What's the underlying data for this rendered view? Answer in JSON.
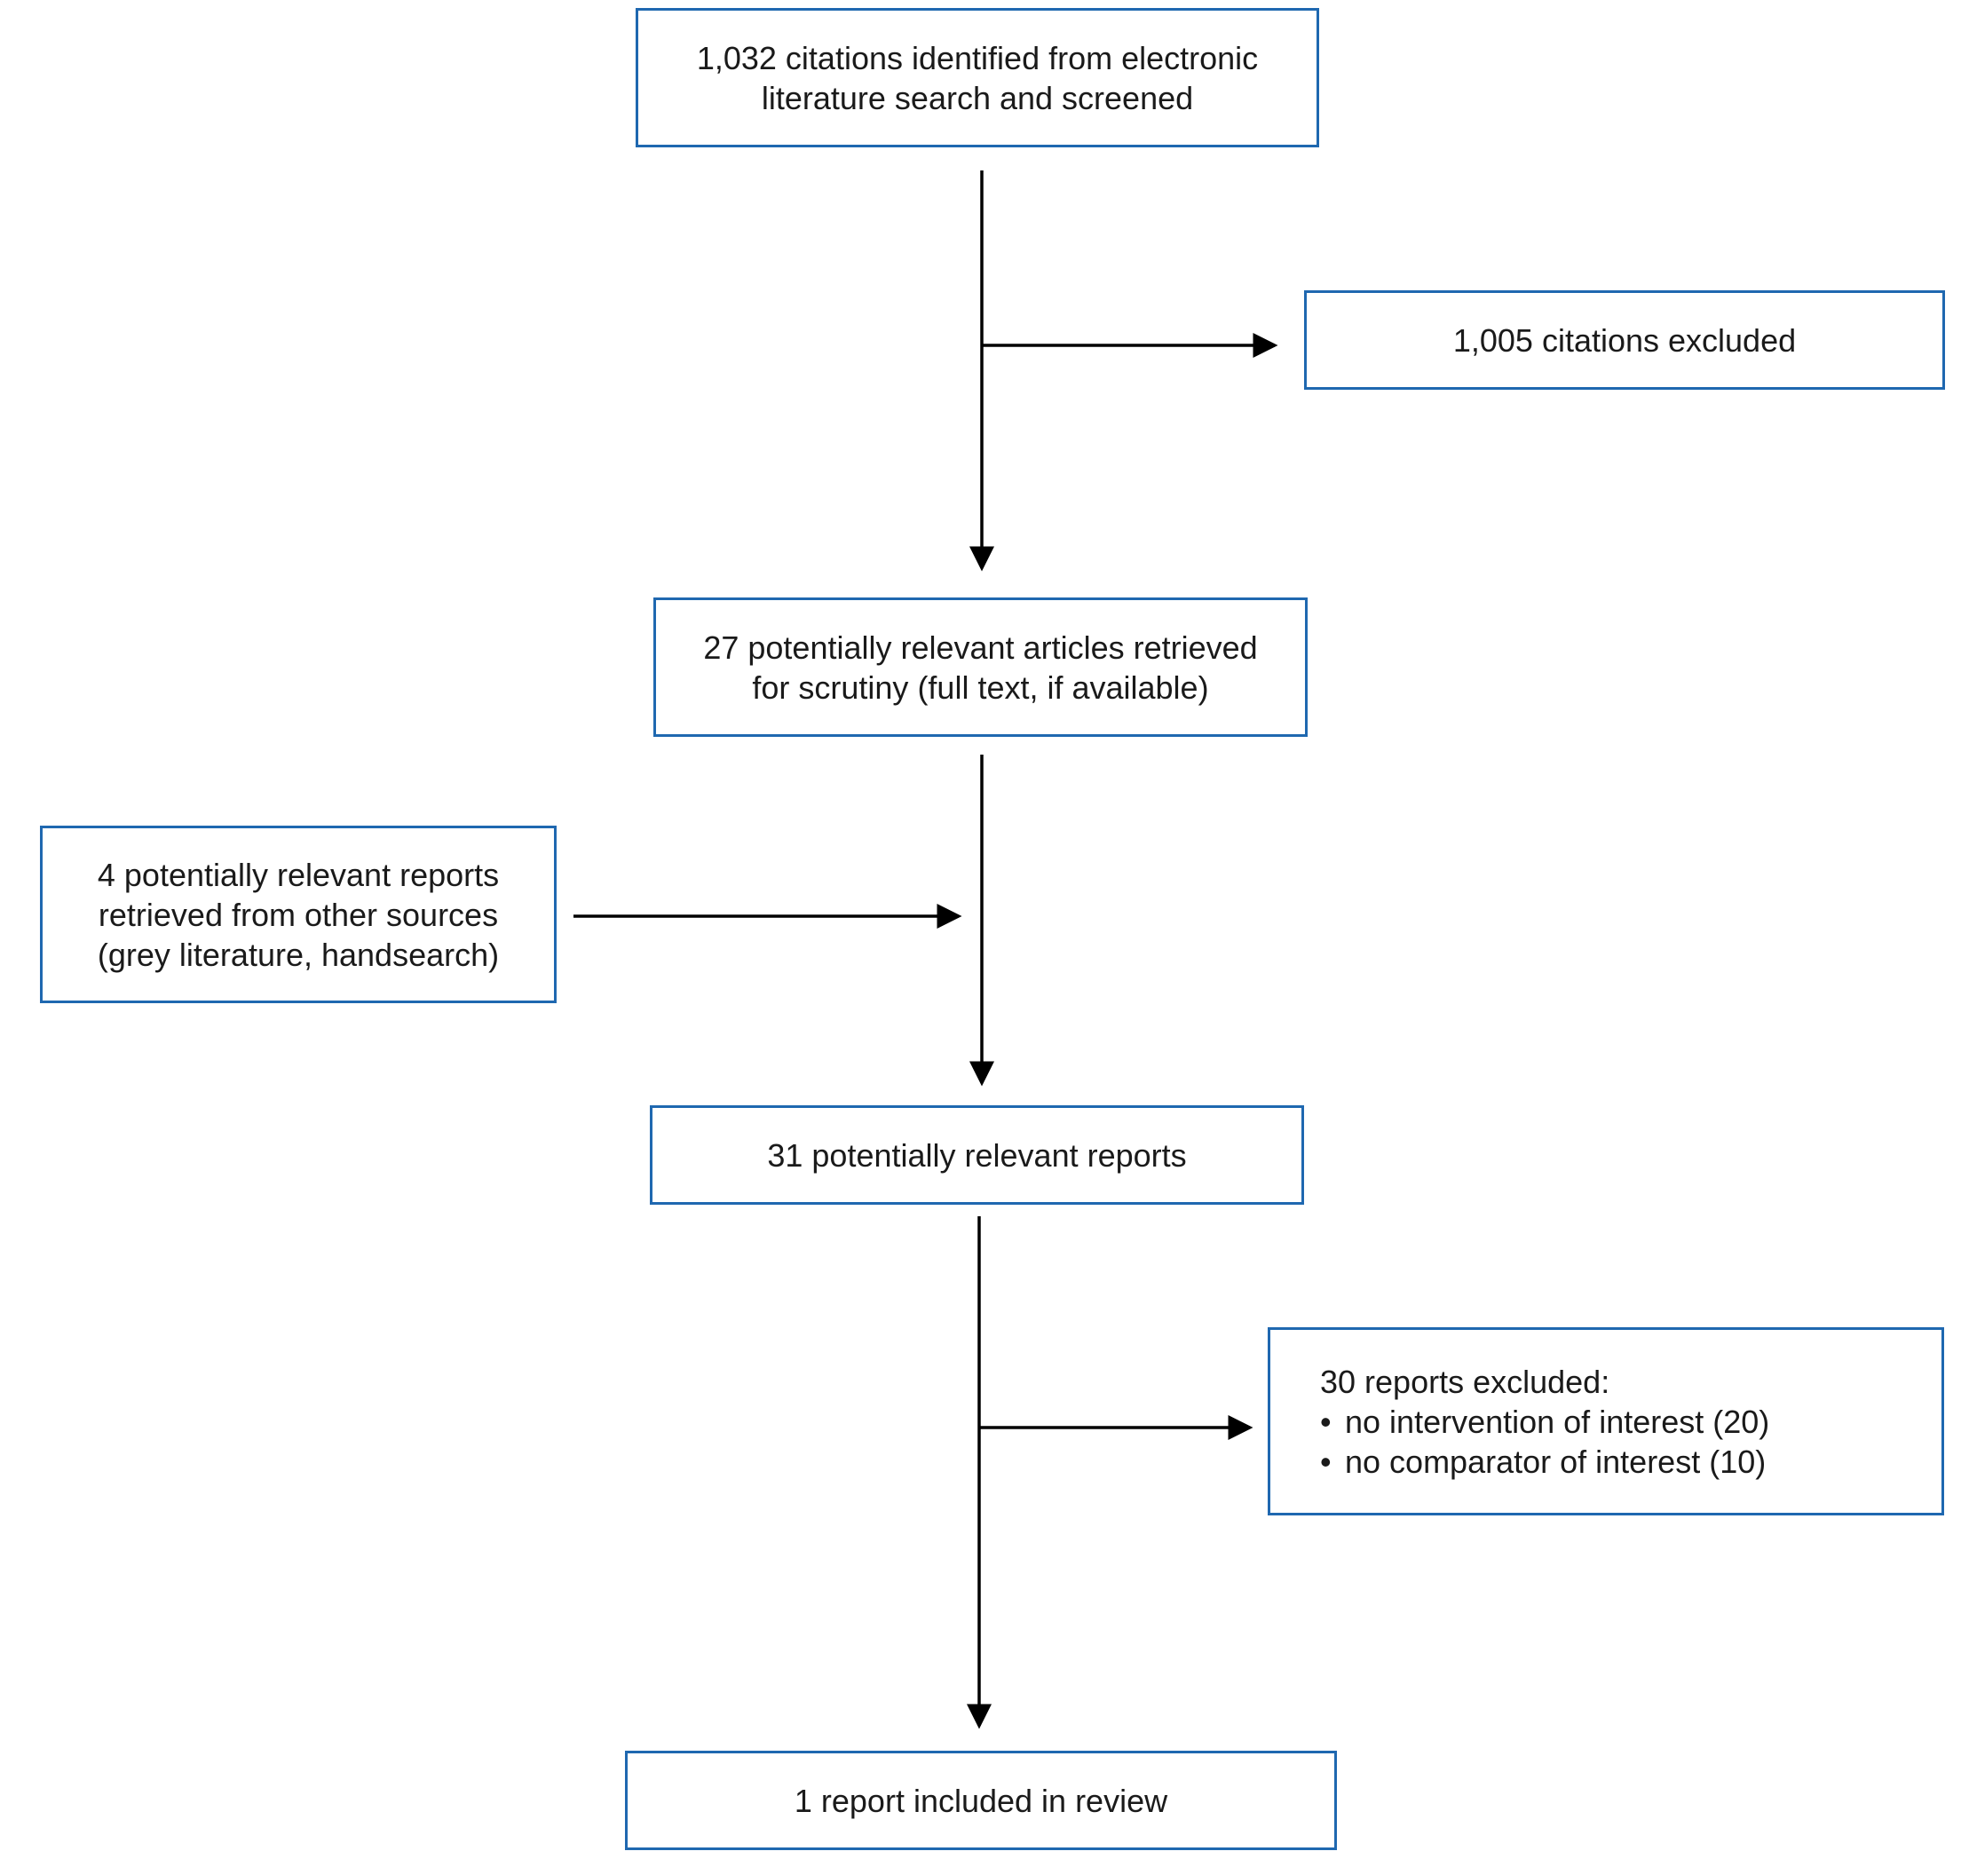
{
  "colors": {
    "box_border": "#1f68b0",
    "arrow": "#000000",
    "text": "#1a1a1a"
  },
  "nodes": {
    "identified": {
      "lines": [
        "1,032 citations identified from electronic",
        "literature search and screened"
      ]
    },
    "excluded_citations": {
      "lines": [
        "1,005 citations excluded"
      ]
    },
    "retrieved": {
      "lines": [
        "27 potentially relevant articles retrieved",
        "for scrutiny (full text, if available)"
      ]
    },
    "other_sources": {
      "lines": [
        "4 potentially relevant reports",
        "retrieved from other sources",
        "(grey literature, handsearch)"
      ]
    },
    "relevant_reports": {
      "lines": [
        "31 potentially relevant reports"
      ]
    },
    "excluded_reports": {
      "title": "30 reports excluded:",
      "bullets": [
        "no intervention of interest (20)",
        "no comparator of interest (10)"
      ]
    },
    "included": {
      "lines": [
        "1 report included in review"
      ]
    }
  }
}
